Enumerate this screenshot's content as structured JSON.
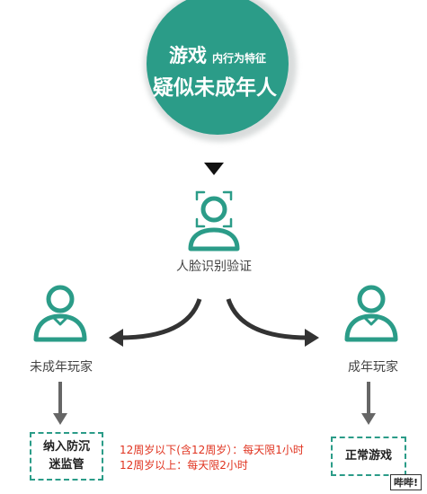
{
  "circle": {
    "line1_main": "游戏",
    "line1_small": "内行为特征",
    "line2": "疑似未成年人"
  },
  "nodes": {
    "center_label": "人脸识别验证",
    "left_label": "未成年玩家",
    "right_label": "成年玩家"
  },
  "boxes": {
    "left": "纳入防沉迷监管",
    "right": "正常游戏"
  },
  "rules": {
    "line1": "12周岁以下(含12周岁）：每天限1小时",
    "line2": "12周岁以上：每天限2小时"
  },
  "watermark": "哔哔!",
  "colors": {
    "accent": "#2b9c88",
    "arrow": "#333333",
    "rule_text": "#e0331f"
  }
}
